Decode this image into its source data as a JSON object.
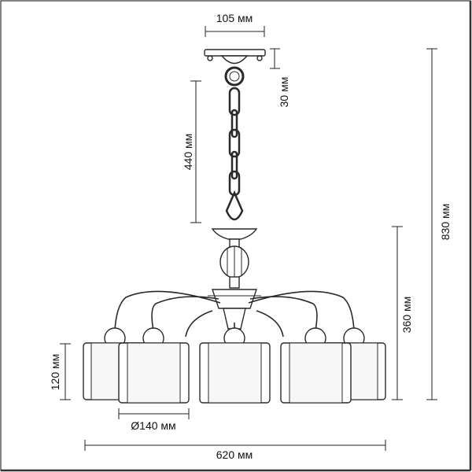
{
  "dimensions": {
    "canopy_width": "105 мм",
    "canopy_height": "30 мм",
    "chain_length": "440 мм",
    "total_height": "830 мм",
    "body_height": "360 мм",
    "shade_height": "120 мм",
    "shade_diameter": "Ø140 мм",
    "total_width": "620 мм"
  },
  "colors": {
    "line": "#222222",
    "background": "#ffffff"
  }
}
